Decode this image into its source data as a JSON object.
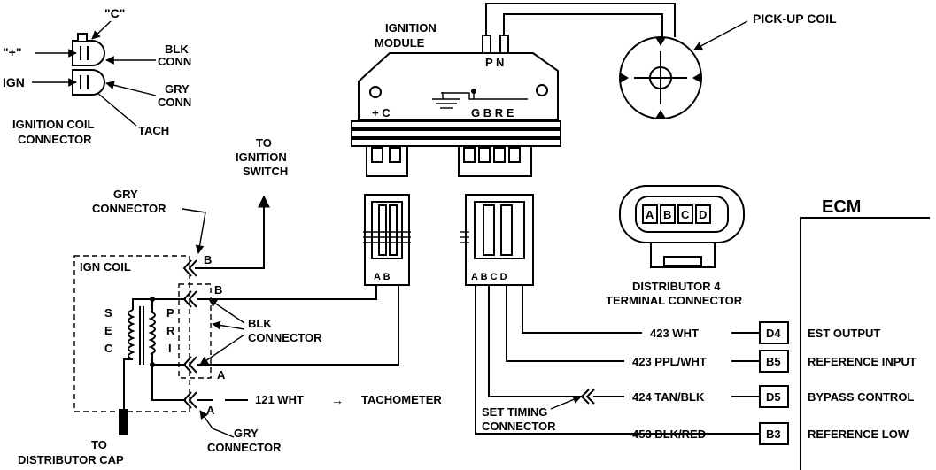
{
  "ignition_coil_connector": {
    "c_label": "\"C\"",
    "plus_minus_label": "\"+\"",
    "ign_label": "IGN",
    "blk_conn": [
      "BLK",
      "CONN"
    ],
    "gry_conn": [
      "GRY",
      "CONN"
    ],
    "tach_label": "TACH",
    "title": [
      "IGNITION COIL",
      "CONNECTOR"
    ]
  },
  "ignition_module": {
    "title": [
      "IGNITION",
      "MODULE"
    ],
    "pn_label": "P N",
    "terminals_left": "+ C",
    "terminals_right": "G B R E"
  },
  "pick_up_coil": {
    "label": "PICK-UP COIL"
  },
  "to_ignition_switch": [
    "TO",
    "IGNITION",
    "SWITCH"
  ],
  "gry_connector_top": [
    "GRY",
    "CONNECTOR"
  ],
  "ign_coil": {
    "title": "IGN COIL",
    "sec": [
      "S",
      "E",
      "C"
    ],
    "pri": [
      "P",
      "R",
      "I"
    ]
  },
  "coil_terminals": {
    "b_top": "B",
    "b_mid": "B",
    "a_mid": "A",
    "a_bottom": "A"
  },
  "blk_connector": [
    "BLK",
    "CONNECTOR"
  ],
  "gry_connector_bottom": [
    "GRY",
    "CONNECTOR"
  ],
  "to_distributor_cap": [
    "TO",
    "DISTRIBUTOR CAP"
  ],
  "tach_wire": {
    "circuit": "121 WHT",
    "arrow": "→",
    "dest": "TACHOMETER"
  },
  "two_pin_connector": {
    "pins": "A  B"
  },
  "four_pin_connector": {
    "pins": "A B C D"
  },
  "distributor_connector": {
    "pins": [
      "A",
      "B",
      "C",
      "D"
    ],
    "title": [
      "DISTRIBUTOR 4",
      "TERMINAL CONNECTOR"
    ]
  },
  "set_timing_connector": [
    "SET TIMING",
    "CONNECTOR"
  ],
  "ecm": {
    "title": "ECM",
    "circuits": [
      {
        "wire": "423 WHT",
        "pin": "D4",
        "function": "EST OUTPUT"
      },
      {
        "wire": "423 PPL/WHT",
        "pin": "B5",
        "function": "REFERENCE INPUT"
      },
      {
        "wire": "424 TAN/BLK",
        "pin": "D5",
        "function": "BYPASS CONTROL"
      },
      {
        "wire": "453 BLK/RED",
        "pin": "B3",
        "function": "REFERENCE LOW"
      }
    ]
  }
}
